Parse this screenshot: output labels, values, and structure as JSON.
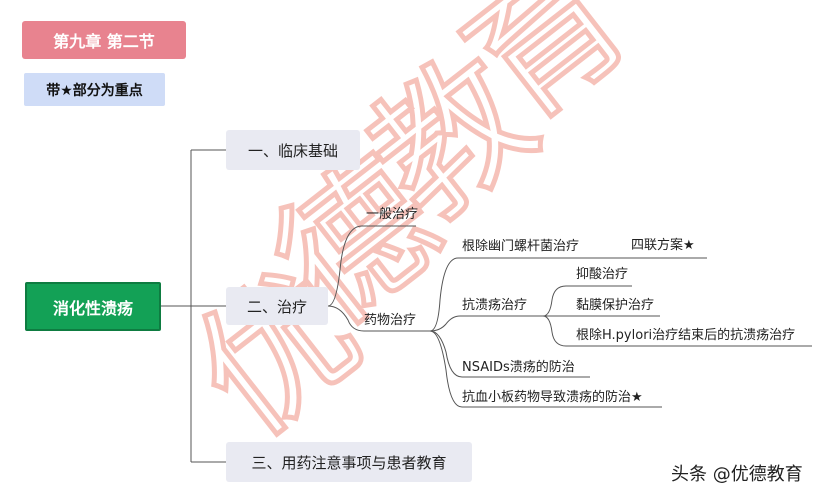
{
  "badges": {
    "chapter": "第九章 第二节",
    "note": "带★部分为重点"
  },
  "mindmap": {
    "root": "消化性溃疡",
    "branch_1": "一、临床基础",
    "branch_2": "二、治疗",
    "branch_3": "三、用药注意事项与患者教育",
    "general_treatment": "一般治疗",
    "drug_treatment": "药物治疗",
    "hp_eradication": "根除幽门螺杆菌治疗",
    "quadruple_regimen": "四联方案★",
    "anti_ulcer": "抗溃疡治疗",
    "acid_suppression": "抑酸治疗",
    "mucosal_protection": "黏膜保护治疗",
    "post_eradication": "根除H.pylori治疗结束后的抗溃疡治疗",
    "nsaids_ulcer": "NSAIDs溃疡的防治",
    "antiplatelet_ulcer": "抗血小板药物导致溃疡的防治★"
  },
  "watermark": [
    "优",
    "德",
    "教",
    "育"
  ],
  "footer": "头条 @优德教育",
  "colors": {
    "chapter_bg": "#e8838f",
    "note_bg": "#cfdcf7",
    "root_bg": "#13a156",
    "branch_bg": "#e9eaf2",
    "watermark": "#f0a59a"
  }
}
